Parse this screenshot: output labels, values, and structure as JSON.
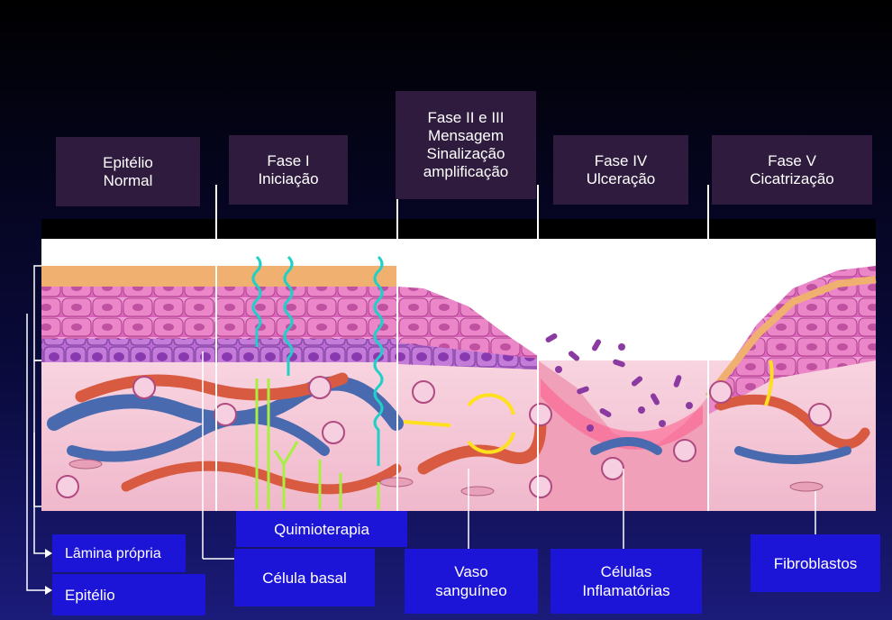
{
  "phases": [
    {
      "label": "Epitélio\nNormal"
    },
    {
      "label": "Fase I\nIniciação"
    },
    {
      "label": "Fase II e III\nMensagem\nSinalização\namplificação"
    },
    {
      "label": "Fase IV\nUlceração"
    },
    {
      "label": "Fase V\nCicatrização"
    }
  ],
  "labels": {
    "lamina_propria": "Lâmina própria",
    "epitelio": "Epitélio",
    "quimioterapia": "Quimioterapia",
    "celula_basal": "Célula basal",
    "vaso_sanguineo": "Vaso\nsanguíneo",
    "celulas_inflamatorias": "Células\nInflamatórias",
    "fibroblastos": "Fibroblastos"
  },
  "colors": {
    "phase_box": "#2e1b3e",
    "label_box": "#1c14d6",
    "epithelium": "#e070c0",
    "basal_cells": "#a050c8",
    "lamina_propria": "#f4c8d8",
    "artery": "#d85a40",
    "vein": "#4a6ab0",
    "signal_arrow": "#20d0c8",
    "stimulus_arrow": "#a8f040",
    "cytokine_arrow": "#ffe020",
    "bacteria": "#8a3aa0"
  }
}
